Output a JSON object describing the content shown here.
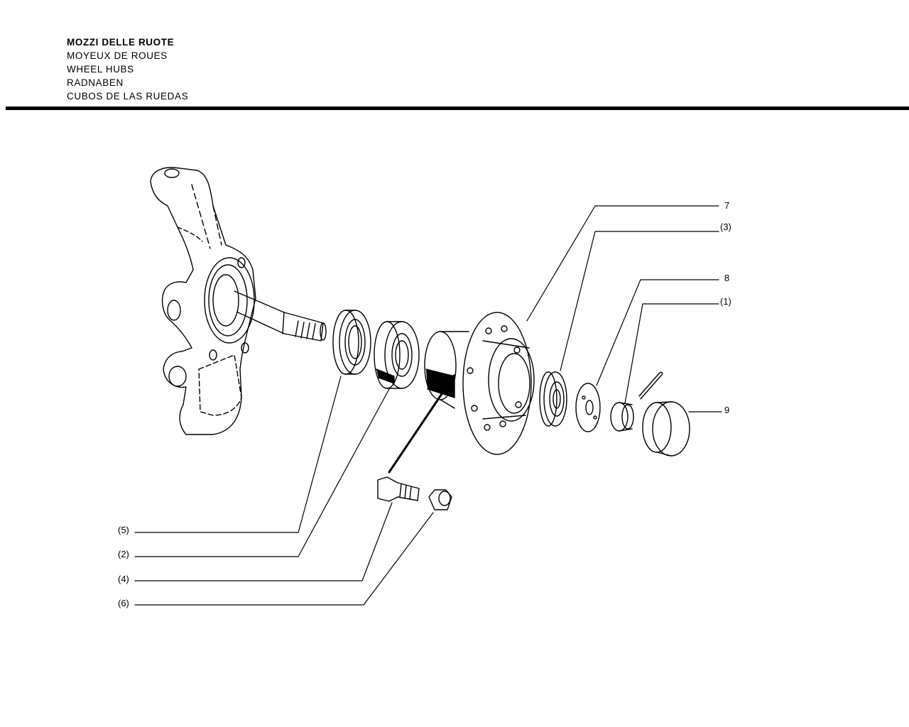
{
  "header": {
    "titles": [
      "MOZZI DELLE RUOTE",
      "MOYEUX DE ROUES",
      "WHEEL HUBS",
      "RADNABEN",
      "CUBOS DE LAS RUEDAS"
    ]
  },
  "callouts": {
    "c7": "7",
    "c3": "(3)",
    "c8": "8",
    "c1": "(1)",
    "c9": "9",
    "c5": "(5)",
    "c2": "(2)",
    "c4": "(4)",
    "c6": "(6)"
  },
  "icons": [
    "steering-knuckle-icon",
    "oil-seal-icon",
    "inner-bearing-icon",
    "wheel-hub-icon",
    "outer-bearing-icon",
    "washer-icon",
    "castle-nut-icon",
    "cotter-pin-icon",
    "hub-cap-icon",
    "wheel-stud-icon",
    "wheel-nut-icon"
  ]
}
